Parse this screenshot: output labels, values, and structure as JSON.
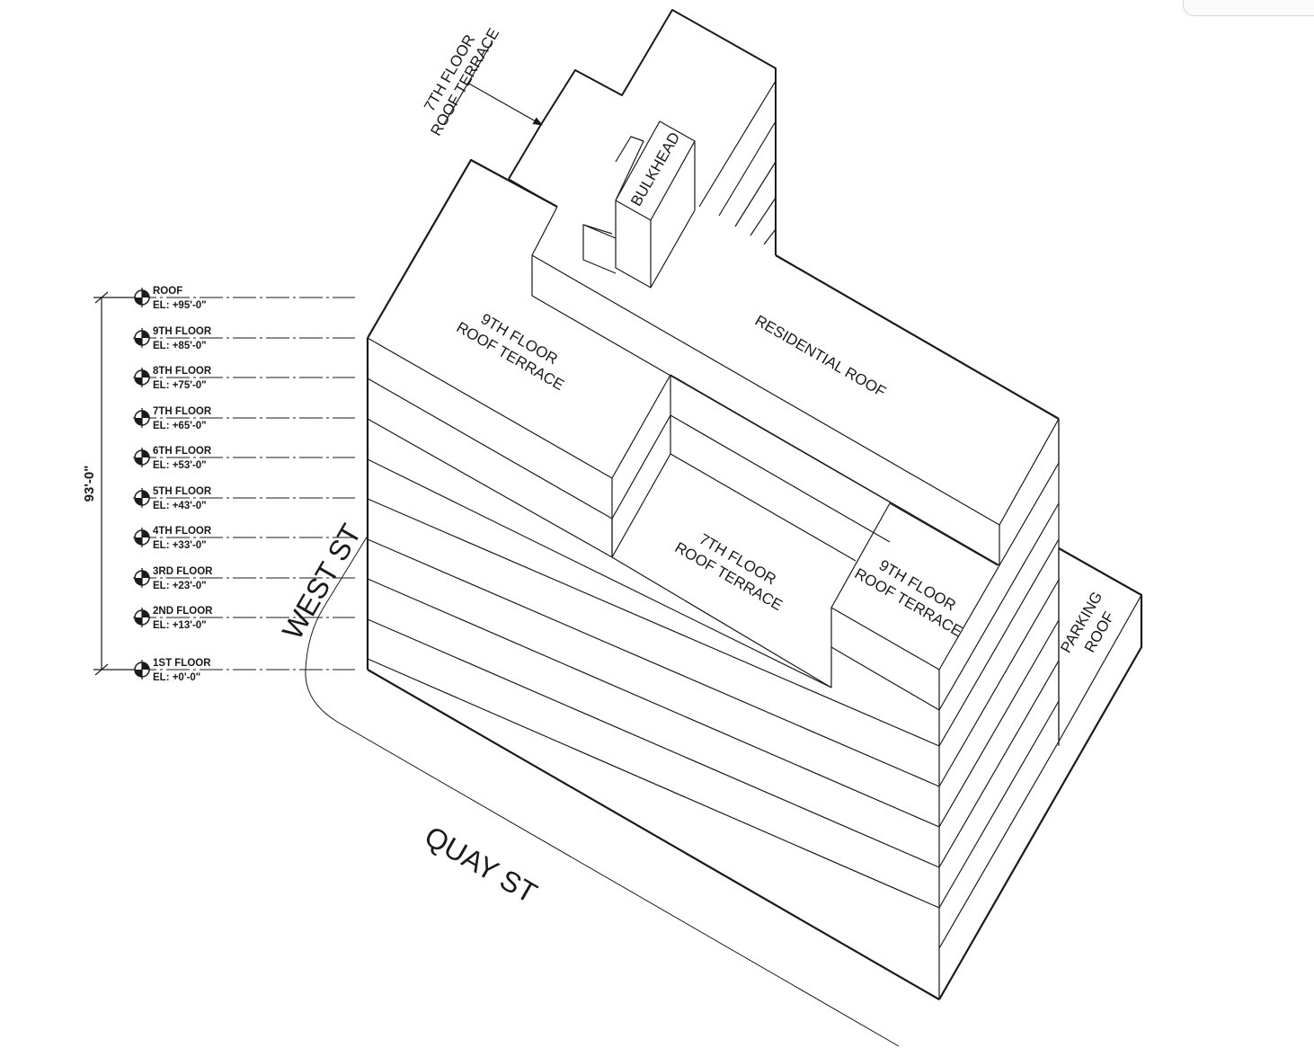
{
  "levels": [
    {
      "name": "ROOF",
      "elevation": "EL: +95'-0\""
    },
    {
      "name": "9TH FLOOR",
      "elevation": "EL: +85'-0\""
    },
    {
      "name": "8TH FLOOR",
      "elevation": "EL: +75'-0\""
    },
    {
      "name": "7TH FLOOR",
      "elevation": "EL: +65'-0\""
    },
    {
      "name": "6TH FLOOR",
      "elevation": "EL: +53'-0\""
    },
    {
      "name": "5TH FLOOR",
      "elevation": "EL: +43'-0\""
    },
    {
      "name": "4TH FLOOR",
      "elevation": "EL: +33'-0\""
    },
    {
      "name": "3RD FLOOR",
      "elevation": "EL: +23'-0\""
    },
    {
      "name": "2ND  FLOOR",
      "elevation": "EL: +13'-0\""
    },
    {
      "name": "1ST FLOOR",
      "elevation": "EL: +0'-0\""
    }
  ],
  "overall_height": "93'-0\"",
  "streets": {
    "west": "WEST ST",
    "quay": "QUAY ST"
  },
  "labels": {
    "roof_terrace_7_top": {
      "line1": "7TH FLOOR",
      "line2": "ROOF TERRACE"
    },
    "bulkhead": "BULKHEAD",
    "residential_roof": "RESIDENTIAL ROOF",
    "terrace_9_left": {
      "line1": "9TH FLOOR",
      "line2": "ROOF TERRACE"
    },
    "terrace_7_center": {
      "line1": "7TH FLOOR",
      "line2": "ROOF TERRACE"
    },
    "terrace_9_right": {
      "line1": "9TH FLOOR",
      "line2": "ROOF TERRACE"
    },
    "parking_roof": {
      "line1": "PARKING",
      "line2": "ROOF"
    }
  },
  "colors": {
    "line": "#1a1a1a",
    "background": "#ffffff"
  }
}
